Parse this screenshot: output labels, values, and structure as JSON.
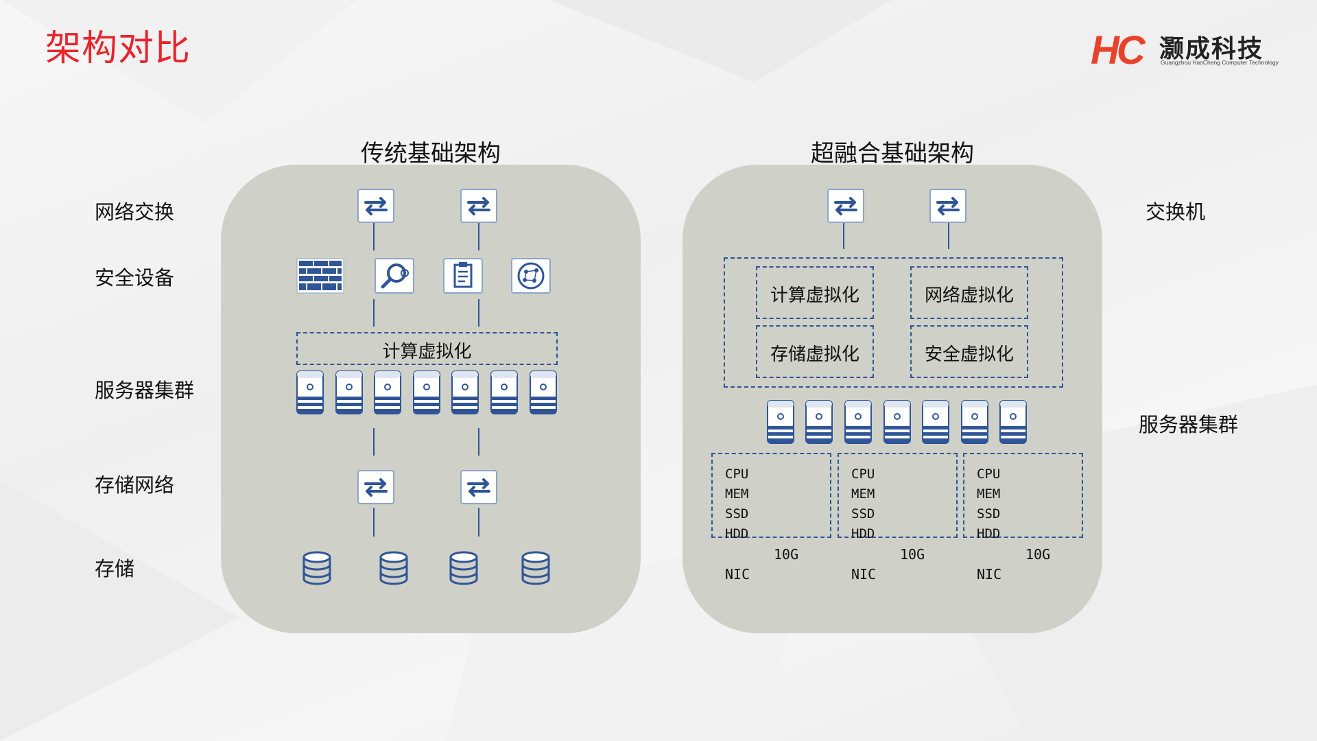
{
  "slide": {
    "title": "架构对比"
  },
  "logo": {
    "mark": "HC",
    "name": "灏成科技",
    "subtitle": "Guangzhou HaoCheng Computer Technology"
  },
  "traditional": {
    "title": "传统基础架构",
    "layers": [
      "网络交换",
      "安全设备",
      "服务器集群",
      "存储网络",
      "存储"
    ],
    "compute_label": "计算虚拟化"
  },
  "hci": {
    "title": "超融合基础架构",
    "virtualization": [
      "计算虚拟化",
      "网络虚拟化",
      "存储虚拟化",
      "安全虚拟化"
    ],
    "right_labels": [
      "交换机",
      "服务器集群"
    ],
    "nodes": [
      {
        "specs": [
          "CPU",
          "MEM",
          "SSD",
          "HDD"
        ],
        "speed": "10G",
        "nic": "NIC"
      },
      {
        "specs": [
          "CPU",
          "MEM",
          "SSD",
          "HDD"
        ],
        "speed": "10G",
        "nic": "NIC"
      },
      {
        "specs": [
          "CPU",
          "MEM",
          "SSD",
          "HDD"
        ],
        "speed": "10G",
        "nic": "NIC"
      }
    ]
  },
  "colors": {
    "title_red": "#e8242a",
    "panel_bg": "#cfd0c8",
    "icon_blue": "#2f5597"
  },
  "icons": [
    "switch-icon",
    "firewall-icon",
    "search-icon",
    "clipboard-icon",
    "network-globe-icon",
    "server-icon",
    "database-icon"
  ]
}
